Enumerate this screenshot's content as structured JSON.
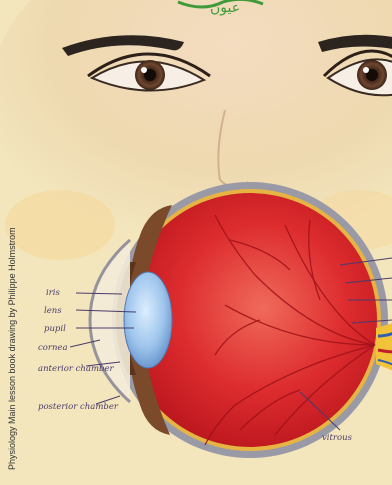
{
  "title": "عيون",
  "credit": "Physiology Main lesson book drawing by Philippe Holmstrom",
  "labels": {
    "iris": "iris",
    "lens": "lens",
    "pupil": "pupil",
    "cornea": "cornea",
    "anterior_chamber": "anterior chamber",
    "posterior_chamber": "posterior chamber",
    "vitreous": "vitrous"
  },
  "colors": {
    "paper": "#f3e6bd",
    "skin": "#e9c9a2",
    "eyeball": "#d9262c",
    "sclera": "#9a9aa6",
    "lens": "#9ec4ec",
    "iris": "#6b3a20",
    "label_ink": "#4a3b6b"
  }
}
